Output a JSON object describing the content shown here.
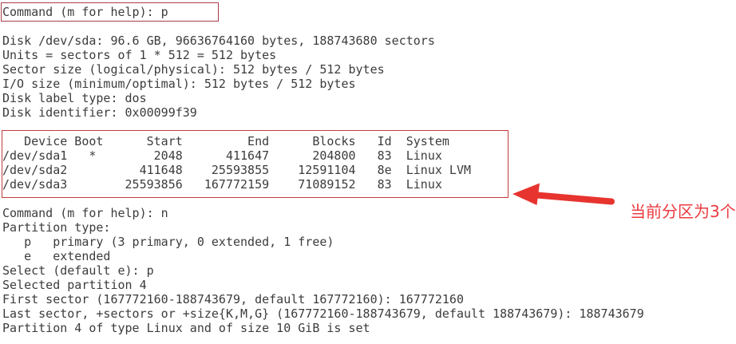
{
  "colors": {
    "background": "#ffffff",
    "terminal_text": "#3c3c3c",
    "command_box_border": "#a73e4b",
    "table_box_border": "#c33b3b",
    "arrow_red": "#e7342f",
    "note_red": "#ec3b40"
  },
  "screen": {
    "lines": [
      "Command (m for help): p",
      "",
      "Disk /dev/sda: 96.6 GB, 96636764160 bytes, 188743680 sectors",
      "Units = sectors of 1 * 512 = 512 bytes",
      "Sector size (logical/physical): 512 bytes / 512 bytes",
      "I/O size (minimum/optimal): 512 bytes / 512 bytes",
      "Disk label type: dos",
      "Disk identifier: 0x00099f39",
      "",
      "   Device Boot      Start         End      Blocks   Id  System",
      "/dev/sda1   *        2048      411647      204800   83  Linux",
      "/dev/sda2          411648    25593855    12591104   8e  Linux LVM",
      "/dev/sda3        25593856   167772159    71089152   83  Linux",
      "",
      "Command (m for help): n",
      "Partition type:",
      "   p   primary (3 primary, 0 extended, 1 free)",
      "   e   extended",
      "Select (default e): p",
      "Selected partition 4",
      "First sector (167772160-188743679, default 167772160): 167772160",
      "Last sector, +sectors or +size{K,M,G} (167772160-188743679, default 188743679): 188743679",
      "Partition 4 of type Linux and of size 10 GiB is set"
    ]
  },
  "partition_table": {
    "headers": [
      "Device",
      "Boot",
      "Start",
      "End",
      "Blocks",
      "Id",
      "System"
    ],
    "rows": [
      [
        "/dev/sda1",
        "*",
        "2048",
        "411647",
        "204800",
        "83",
        "Linux"
      ],
      [
        "/dev/sda2",
        "",
        "411648",
        "25593855",
        "12591104",
        "8e",
        "Linux LVM"
      ],
      [
        "/dev/sda3",
        "",
        "25593856",
        "167772159",
        "71089152",
        "83",
        "Linux"
      ]
    ]
  },
  "annotation": {
    "note_text": "当前分区为3个"
  }
}
